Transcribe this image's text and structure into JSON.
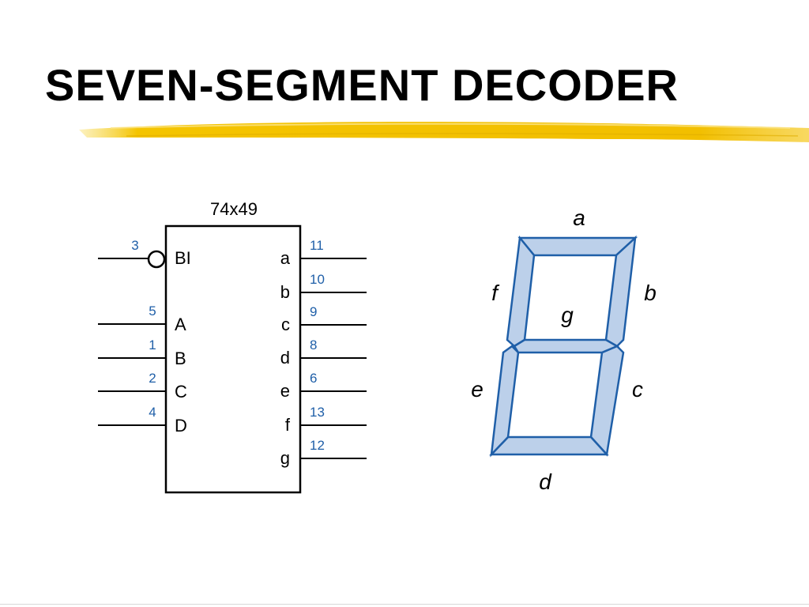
{
  "slide": {
    "title": "SEVEN-SEGMENT DECODER"
  },
  "colors": {
    "underline": "#f2c200",
    "pin_number": "#1f5fa8",
    "segment_fill": "#bcd0ea",
    "segment_stroke": "#1f5fa8"
  },
  "decoder": {
    "part": "74x49",
    "inputs": [
      {
        "label": "BI",
        "pin": "3",
        "active_low": true
      },
      {
        "label": "A",
        "pin": "5"
      },
      {
        "label": "B",
        "pin": "1"
      },
      {
        "label": "C",
        "pin": "2"
      },
      {
        "label": "D",
        "pin": "4"
      }
    ],
    "outputs": [
      {
        "label": "a",
        "pin": "11"
      },
      {
        "label": "b",
        "pin": "10"
      },
      {
        "label": "c",
        "pin": "9"
      },
      {
        "label": "d",
        "pin": "8"
      },
      {
        "label": "e",
        "pin": "6"
      },
      {
        "label": "f",
        "pin": "13"
      },
      {
        "label": "g",
        "pin": "12"
      }
    ]
  },
  "display": {
    "segments": {
      "a": "a",
      "b": "b",
      "c": "c",
      "d": "d",
      "e": "e",
      "f": "f",
      "g": "g"
    }
  }
}
